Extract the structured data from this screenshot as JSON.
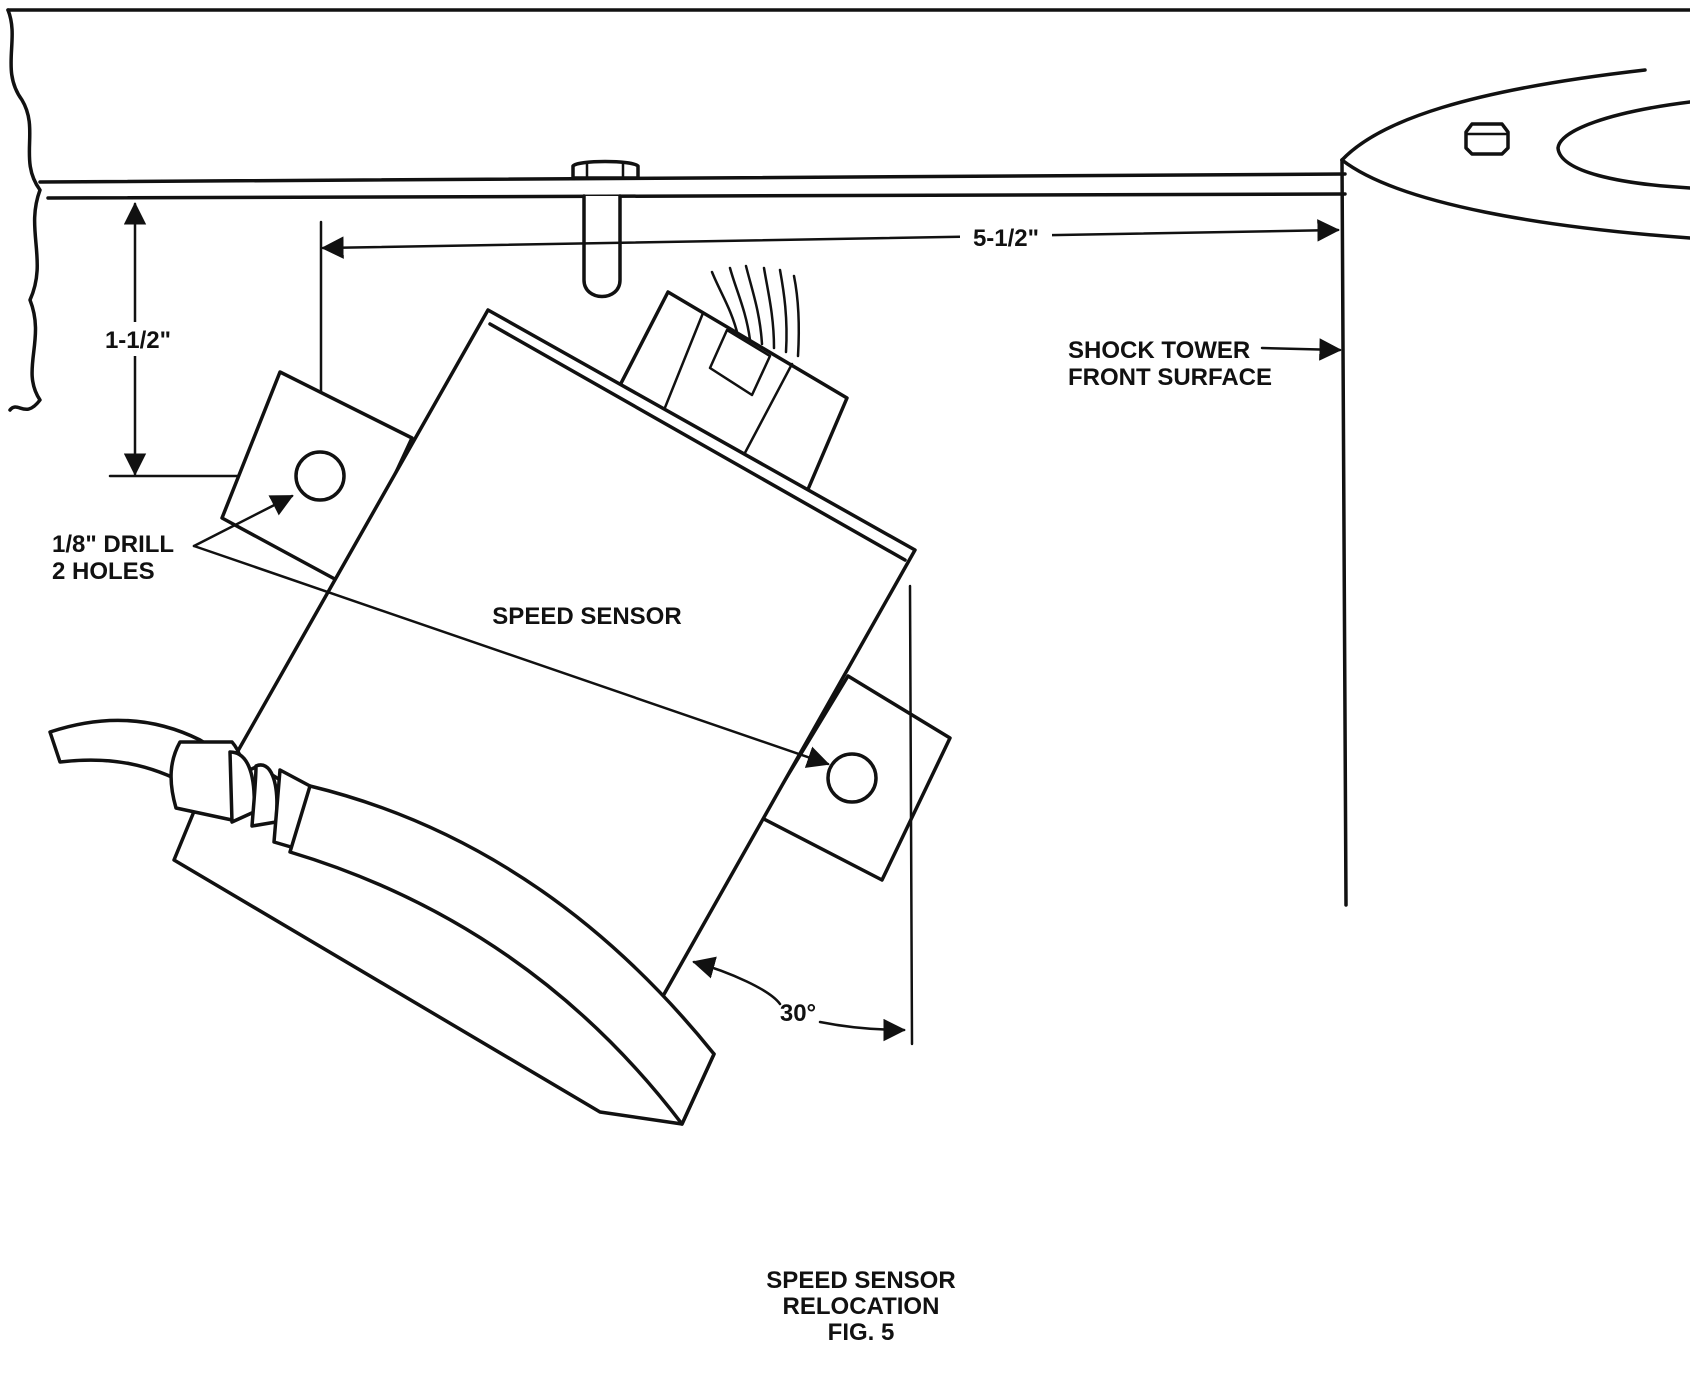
{
  "labels": {
    "dim_height": "1-1/2\"",
    "dim_width": "5-1/2\"",
    "shock_tower_line1": "SHOCK TOWER",
    "shock_tower_line2": "FRONT SURFACE",
    "drill_line1": "1/8\" DRILL",
    "drill_line2": "2 HOLES",
    "speed_sensor": "SPEED SENSOR",
    "angle": "30°"
  },
  "caption": {
    "line1": "SPEED SENSOR",
    "line2": "RELOCATION",
    "line3": "FIG. 5"
  },
  "colors": {
    "ink": "#111111",
    "paper": "#ffffff"
  }
}
